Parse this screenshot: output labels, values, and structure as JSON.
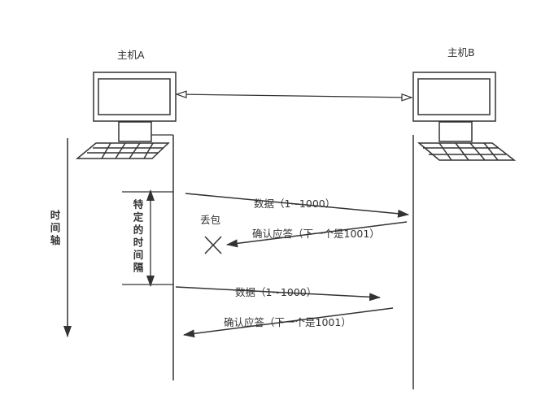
{
  "hosts": {
    "a_label": "主机A",
    "b_label": "主机B"
  },
  "time_axis_label": "时间轴",
  "interval_label": "特定的时间隔",
  "lost_label": "丢包",
  "messages": {
    "data1": "数据（1~1000）",
    "ack1": "确认应答（下一个是1001）",
    "data2": "数据（1~1000）",
    "ack2": "确认应答（下一个是1001）"
  },
  "colors": {
    "stroke": "#333333",
    "background": "#ffffff"
  }
}
